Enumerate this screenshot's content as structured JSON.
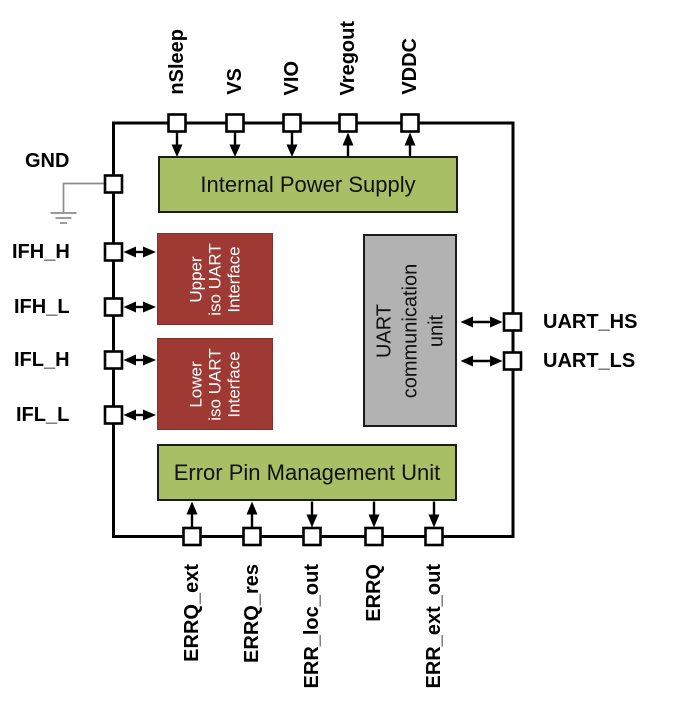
{
  "chip": {
    "blocks": {
      "internal_power_supply": {
        "label": "Internal Power Supply"
      },
      "upper_iso_uart_interface": {
        "lines": [
          "Upper",
          "iso UART",
          "Interface"
        ]
      },
      "lower_iso_uart_interface": {
        "lines": [
          "Lower",
          "iso UART",
          "Interface"
        ]
      },
      "uart_communication_unit": {
        "lines": [
          "UART",
          "communication",
          "unit"
        ]
      },
      "error_pin_management_unit": {
        "label": "Error Pin Management Unit"
      }
    },
    "pins": {
      "top": [
        {
          "label": "nSleep",
          "direction": "input"
        },
        {
          "label": "VS",
          "direction": "input"
        },
        {
          "label": "VIO",
          "direction": "input"
        },
        {
          "label": "Vregout",
          "direction": "output"
        },
        {
          "label": "VDDC",
          "direction": "output"
        }
      ],
      "left": [
        {
          "label": "GND",
          "direction": "ground"
        },
        {
          "label": "IFH_H",
          "direction": "bidirectional"
        },
        {
          "label": "IFH_L",
          "direction": "bidirectional"
        },
        {
          "label": "IFL_H",
          "direction": "bidirectional"
        },
        {
          "label": "IFL_L",
          "direction": "bidirectional"
        }
      ],
      "right": [
        {
          "label": "UART_HS",
          "direction": "bidirectional"
        },
        {
          "label": "UART_LS",
          "direction": "bidirectional"
        }
      ],
      "bottom": [
        {
          "label": "ERRQ_ext",
          "direction": "input"
        },
        {
          "label": "ERRQ_res",
          "direction": "input"
        },
        {
          "label": "ERR_loc_out",
          "direction": "output"
        },
        {
          "label": "ERRQ",
          "direction": "output"
        },
        {
          "label": "ERR_ext_out",
          "direction": "output"
        }
      ]
    }
  },
  "colors": {
    "block_green": "#a9bf66",
    "block_red": "#9e3a33",
    "block_gray": "#b2b2b2",
    "wire_black": "#000000",
    "ground_wire_gray": "#8c8c8c",
    "pin_fill": "#ffffff",
    "text_on_red": "#ffffff",
    "text_black": "#000000"
  }
}
